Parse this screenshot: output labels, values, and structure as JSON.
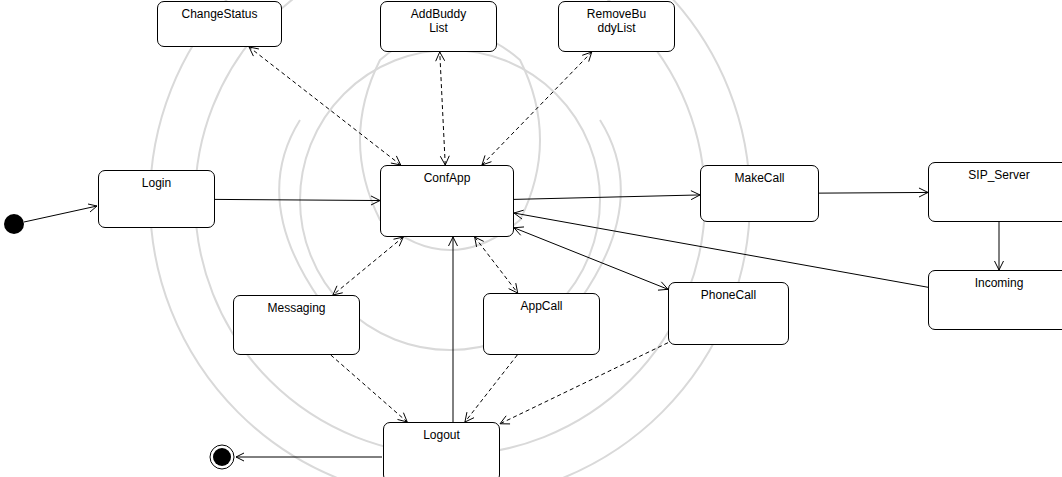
{
  "diagram": {
    "nodes": [
      {
        "text": [
          "ChangeStatus"
        ]
      },
      {
        "text": [
          "AddBuddy List"
        ]
      },
      {
        "text": [
          "RemoveBu ddyList"
        ]
      },
      {
        "text": [
          "Login"
        ]
      },
      {
        "text": [
          "ConfApp"
        ]
      },
      {
        "text": [
          "MakeCall"
        ]
      },
      {
        "text": [
          "SIP_Server"
        ]
      },
      {
        "text": [
          "Incoming"
        ]
      },
      {
        "text": [
          "Messaging"
        ]
      },
      {
        "text": [
          "AppCall"
        ]
      },
      {
        "text": [
          "PhoneCall"
        ]
      },
      {
        "text": [
          "Logout"
        ]
      }
    ],
    "edges": [
      {
        "from": 3,
        "to": 4,
        "arrow": "to"
      },
      {
        "from": 4,
        "to": 0,
        "arrow": "both"
      },
      {
        "from": 4,
        "to": 1,
        "arrow": "both"
      },
      {
        "from": 4,
        "to": 2,
        "arrow": "both"
      },
      {
        "from": 4,
        "to": 5,
        "arrow": "to"
      },
      {
        "from": 5,
        "to": 6,
        "arrow": "to"
      },
      {
        "from": 6,
        "to": 7,
        "arrow": "to"
      },
      {
        "from": 7,
        "to": 4,
        "arrow": "to"
      },
      {
        "from": 4,
        "to": 8,
        "arrow": "both"
      },
      {
        "from": 4,
        "to": 9,
        "arrow": "both"
      },
      {
        "from": 4,
        "to": 10,
        "arrow": "both"
      },
      {
        "from": 8,
        "to": 11,
        "arrow": "to"
      },
      {
        "from": 9,
        "to": 11,
        "arrow": "to"
      },
      {
        "from": 10,
        "to": 11,
        "arrow": "to"
      },
      {
        "from": 11,
        "to": 4,
        "arrow": "to"
      }
    ]
  }
}
